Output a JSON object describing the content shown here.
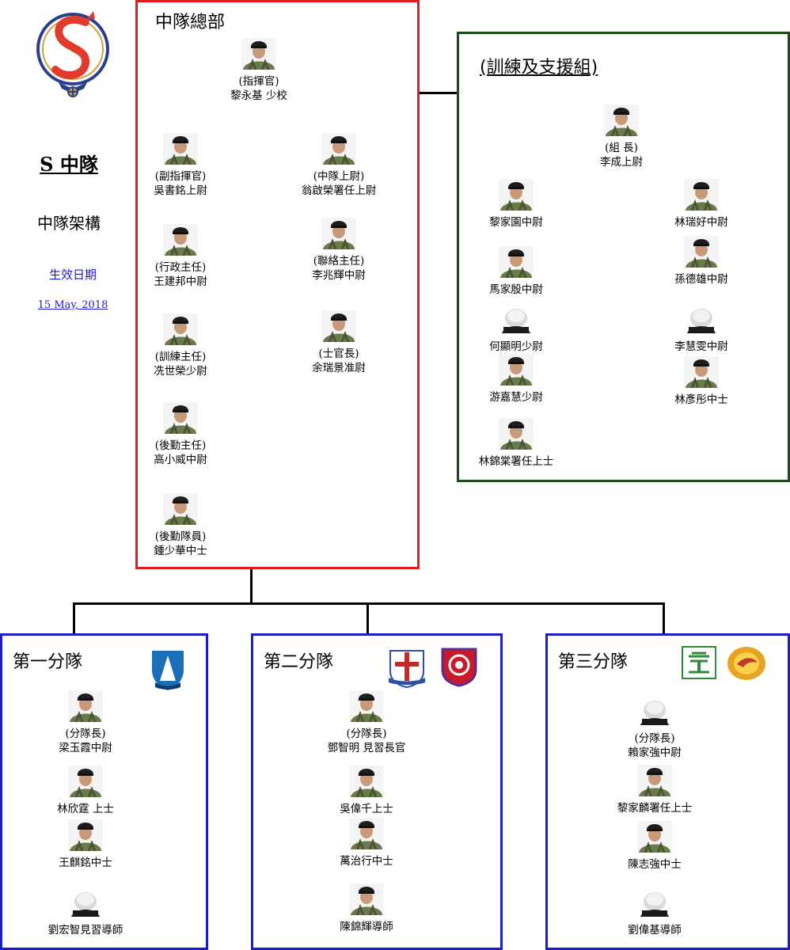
{
  "sidebar": {
    "company_title": "S 中隊",
    "structure_label": "中隊架構",
    "effective_label": "生效日期",
    "effective_date": "15 May, 2018"
  },
  "hq": {
    "title": "中隊總部",
    "members": [
      {
        "role": "(指揮官)",
        "name": "黎永基 少校",
        "photo": "green"
      },
      {
        "role": "(副指揮官)",
        "name": "吳書銘上尉",
        "photo": "green"
      },
      {
        "role": "(中隊上尉)",
        "name": "翁啟榮署任上尉",
        "photo": "green"
      },
      {
        "role": "(行政主任)",
        "name": "王建邦中尉",
        "photo": "green"
      },
      {
        "role": "(聯絡主任)",
        "name": "李兆輝中尉",
        "photo": "green"
      },
      {
        "role": "(訓練主任)",
        "name": "冼世榮少尉",
        "photo": "green"
      },
      {
        "role": "(士官長)",
        "name": "余瑞景准尉",
        "photo": "green"
      },
      {
        "role": "(後勤主任)",
        "name": "高小威中尉",
        "photo": "green"
      },
      {
        "role": "(後勤隊員)",
        "name": "鍾少華中士",
        "photo": "green"
      }
    ]
  },
  "training": {
    "title": "(訓練及支援組)",
    "members": [
      {
        "role": "(組 長)",
        "name": "李成上尉",
        "photo": "green"
      },
      {
        "role": "",
        "name": "黎家園中尉",
        "photo": "green"
      },
      {
        "role": "",
        "name": "林瑞好中尉",
        "photo": "green"
      },
      {
        "role": "",
        "name": "馬家殷中尉",
        "photo": "green"
      },
      {
        "role": "",
        "name": "孫德雄中尉",
        "photo": "green"
      },
      {
        "role": "",
        "name": "何顯明少尉",
        "photo": "blank"
      },
      {
        "role": "",
        "name": "李慧雯中尉",
        "photo": "blank"
      },
      {
        "role": "",
        "name": "游嘉慧少尉",
        "photo": "green"
      },
      {
        "role": "",
        "name": "林彥彤中士",
        "photo": "green"
      },
      {
        "role": "",
        "name": "林錦棠署任上士",
        "photo": "green"
      }
    ]
  },
  "squads": [
    {
      "title": "第一分隊",
      "members": [
        {
          "role": "(分隊長)",
          "name": "梁玉霞中尉",
          "photo": "green"
        },
        {
          "role": "",
          "name": "林欣霆 上士",
          "photo": "green"
        },
        {
          "role": "",
          "name": "王麒銘中士",
          "photo": "green"
        },
        {
          "role": "",
          "name": "劉宏智見習導師",
          "photo": "blank"
        }
      ]
    },
    {
      "title": "第二分隊",
      "members": [
        {
          "role": "(分隊長)",
          "name": "鄧智明 見習長官",
          "photo": "green"
        },
        {
          "role": "",
          "name": "吳偉千上士",
          "photo": "green"
        },
        {
          "role": "",
          "name": "萬治行中士",
          "photo": "green"
        },
        {
          "role": "",
          "name": "陳錦輝導師",
          "photo": "green"
        }
      ]
    },
    {
      "title": "第三分隊",
      "members": [
        {
          "role": "(分隊長)",
          "name": "賴家強中尉",
          "photo": "blank"
        },
        {
          "role": "",
          "name": "黎家麟署任上士",
          "photo": "green"
        },
        {
          "role": "",
          "name": "陳志強中士",
          "photo": "green"
        },
        {
          "role": "",
          "name": "劉偉基導師",
          "photo": "blank"
        }
      ]
    }
  ],
  "colors": {
    "hq_border": "#e01b1b",
    "training_border": "#1e4a1e",
    "squad_border": "#1c1cc8",
    "link": "#1a1acc"
  }
}
